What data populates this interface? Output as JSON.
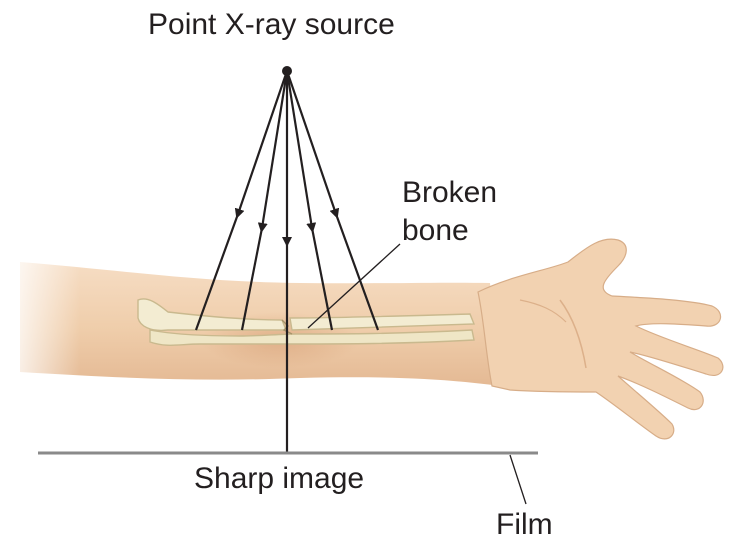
{
  "labels": {
    "source": "Point X-ray source",
    "broken_line1": "Broken",
    "broken_line2": "bone",
    "sharp_image": "Sharp image",
    "film": "Film"
  },
  "colors": {
    "skin_light": "#f7e3cf",
    "skin": "#efcfae",
    "skin_shadow": "#dcb08a",
    "bone": "#f3ecd2",
    "bone_outline": "#c9b98e",
    "ray": "#231f20",
    "film": "#8a8a8a"
  }
}
